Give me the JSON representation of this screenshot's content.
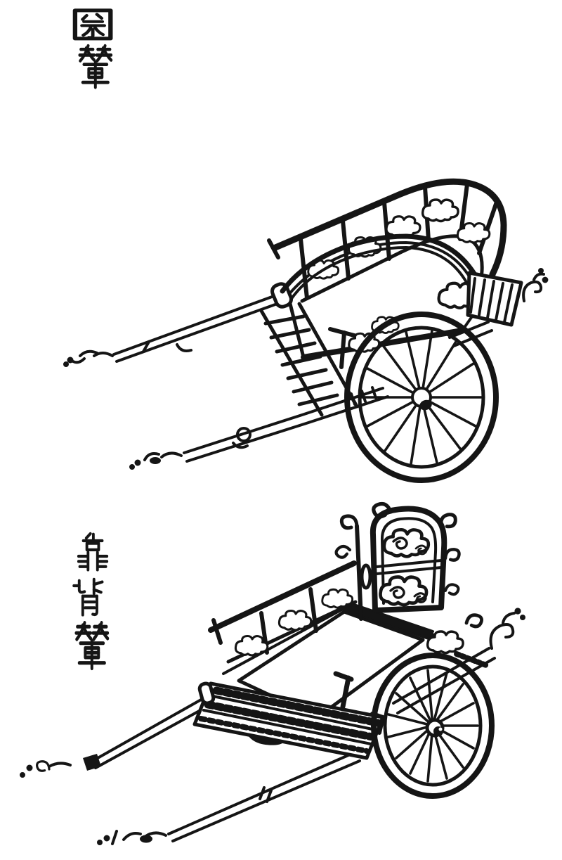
{
  "page": {
    "background_color": "#ffffff",
    "ink_color": "#151515"
  },
  "figures": [
    {
      "id": "quan-nian",
      "caption": "圈輦",
      "caption_chars": [
        "圈",
        "輦"
      ]
    },
    {
      "id": "kaobei-nian",
      "caption": "靠背輦",
      "caption_chars": [
        "靠",
        "背",
        "輦"
      ]
    }
  ]
}
